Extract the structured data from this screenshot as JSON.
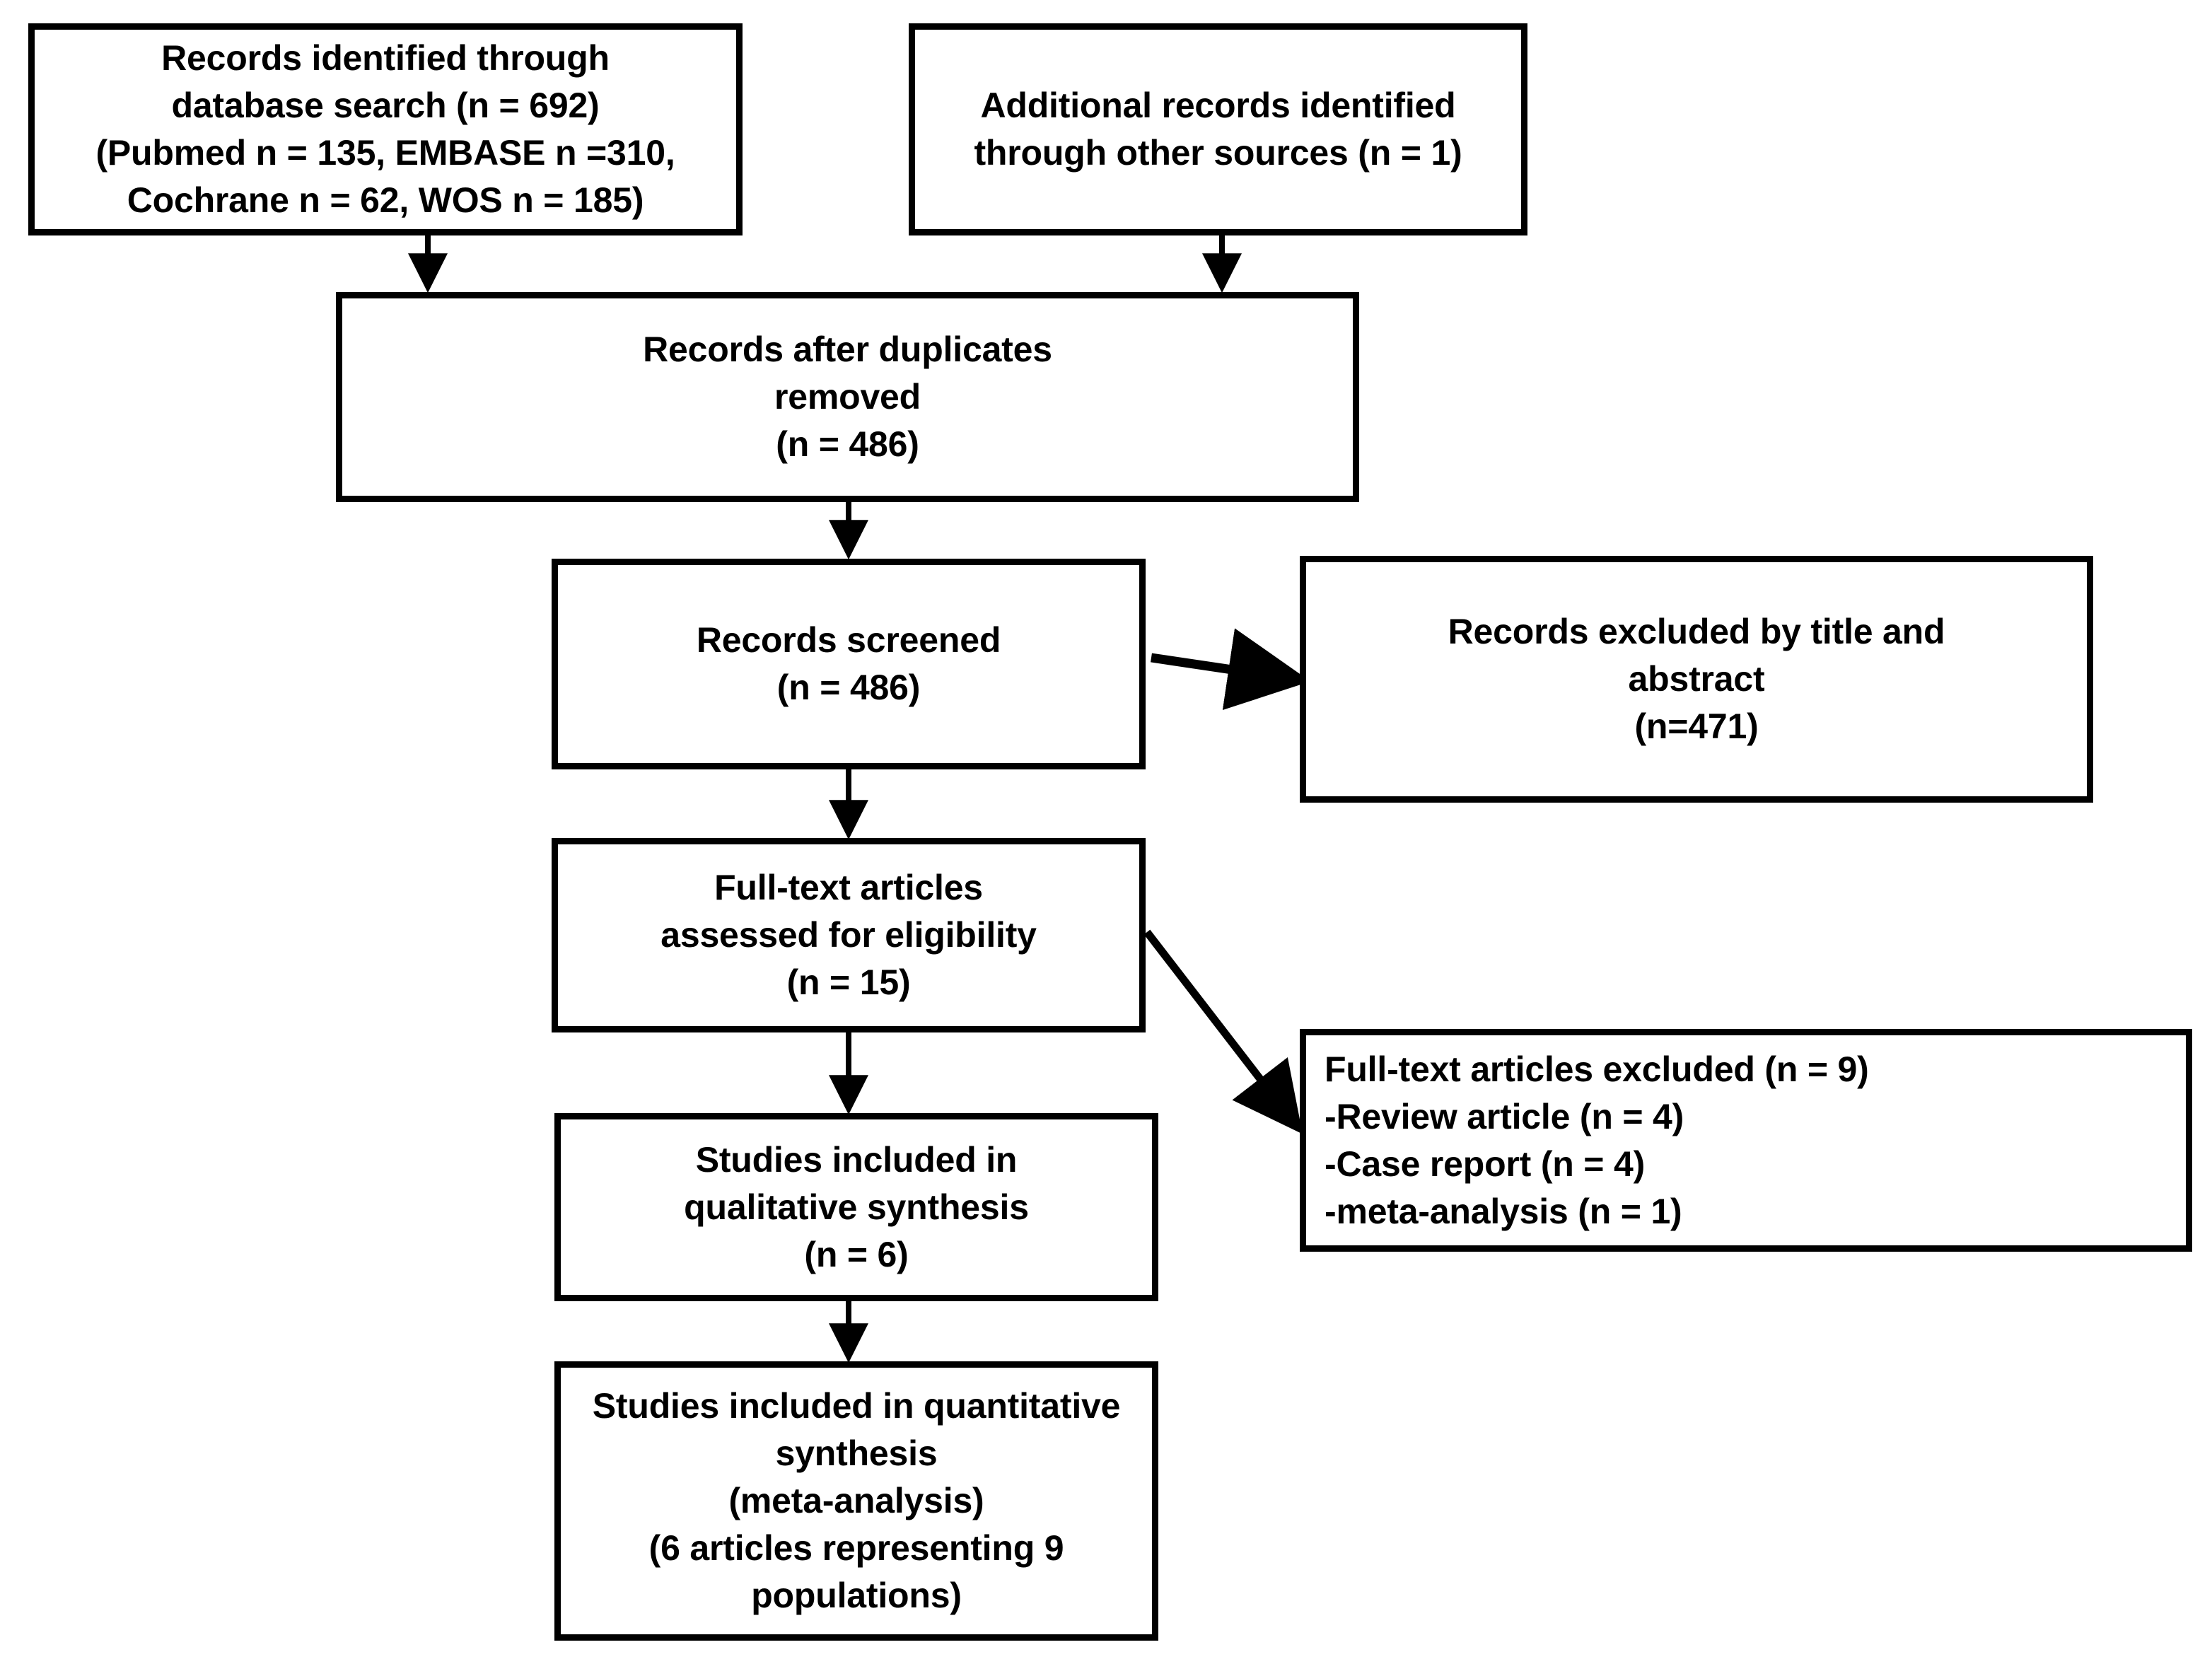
{
  "diagram": {
    "type": "prisma-flow-diagram",
    "background_color": "#ffffff",
    "line_color": "#000000",
    "text_color": "#000000"
  },
  "nodes": {
    "database_search": {
      "name": "records-identified-database-search",
      "lines": [
        "Records identified through",
        "database search (n = 692)",
        "(Pubmed n = 135, EMBASE n =310,",
        "Cochrane n = 62, WOS n = 185)"
      ]
    },
    "other_sources": {
      "name": "additional-records-other-sources",
      "lines": [
        "Additional records identified",
        "through other sources (n = 1)"
      ]
    },
    "duplicates_removed": {
      "name": "records-after-duplicates-removed",
      "lines": [
        "Records after duplicates",
        "removed",
        "(n = 486)"
      ]
    },
    "records_screened": {
      "name": "records-screened",
      "lines": [
        "Records screened",
        "(n = 486)"
      ]
    },
    "records_excluded": {
      "name": "records-excluded-title-abstract",
      "lines": [
        "Records excluded by title and",
        "abstract",
        "(n=471)"
      ]
    },
    "fulltext_assessed": {
      "name": "fulltext-articles-assessed",
      "lines": [
        "Full-text articles",
        "assessed for eligibility",
        "(n = 15)"
      ]
    },
    "fulltext_excluded": {
      "name": "fulltext-articles-excluded",
      "lines": [
        "Full-text articles excluded (n = 9)",
        "-Review article (n = 4)",
        "-Case report (n = 4)",
        "-meta-analysis (n = 1)"
      ]
    },
    "qualitative": {
      "name": "studies-included-qualitative-synthesis",
      "lines": [
        "Studies included in",
        "qualitative synthesis",
        "(n = 6)"
      ]
    },
    "quantitative": {
      "name": "studies-included-quantitative-synthesis",
      "lines": [
        "Studies included in quantitative",
        "synthesis",
        "(meta-analysis)",
        "(6 articles representing 9",
        "populations)"
      ]
    }
  },
  "counts": {
    "database_search_total": 692,
    "pubmed": 135,
    "embase": 310,
    "cochrane": 62,
    "wos": 185,
    "other_sources": 1,
    "after_duplicates": 486,
    "records_screened": 486,
    "records_excluded_title_abstract": 471,
    "fulltext_assessed": 15,
    "fulltext_excluded": 9,
    "excluded_review_article": 4,
    "excluded_case_report": 4,
    "excluded_meta_analysis": 1,
    "qualitative_synthesis": 6,
    "quantitative_articles": 6,
    "quantitative_populations": 9
  },
  "edges": [
    {
      "name": "edge-database-search-to-duplicates",
      "from": "database_search",
      "to": "duplicates_removed",
      "style": "vertical-arrow"
    },
    {
      "name": "edge-other-sources-to-duplicates",
      "from": "other_sources",
      "to": "duplicates_removed",
      "style": "vertical-arrow"
    },
    {
      "name": "edge-duplicates-to-screened",
      "from": "duplicates_removed",
      "to": "records_screened",
      "style": "vertical-arrow"
    },
    {
      "name": "edge-screened-to-excluded",
      "from": "records_screened",
      "to": "records_excluded",
      "style": "horizontal-arrow"
    },
    {
      "name": "edge-screened-to-fulltext",
      "from": "records_screened",
      "to": "fulltext_assessed",
      "style": "vertical-arrow"
    },
    {
      "name": "edge-fulltext-to-fulltext-excluded",
      "from": "fulltext_assessed",
      "to": "fulltext_excluded",
      "style": "diagonal-arrow"
    },
    {
      "name": "edge-fulltext-to-qualitative",
      "from": "fulltext_assessed",
      "to": "qualitative",
      "style": "vertical-arrow"
    },
    {
      "name": "edge-qualitative-to-quantitative",
      "from": "qualitative",
      "to": "quantitative",
      "style": "vertical-arrow"
    }
  ]
}
